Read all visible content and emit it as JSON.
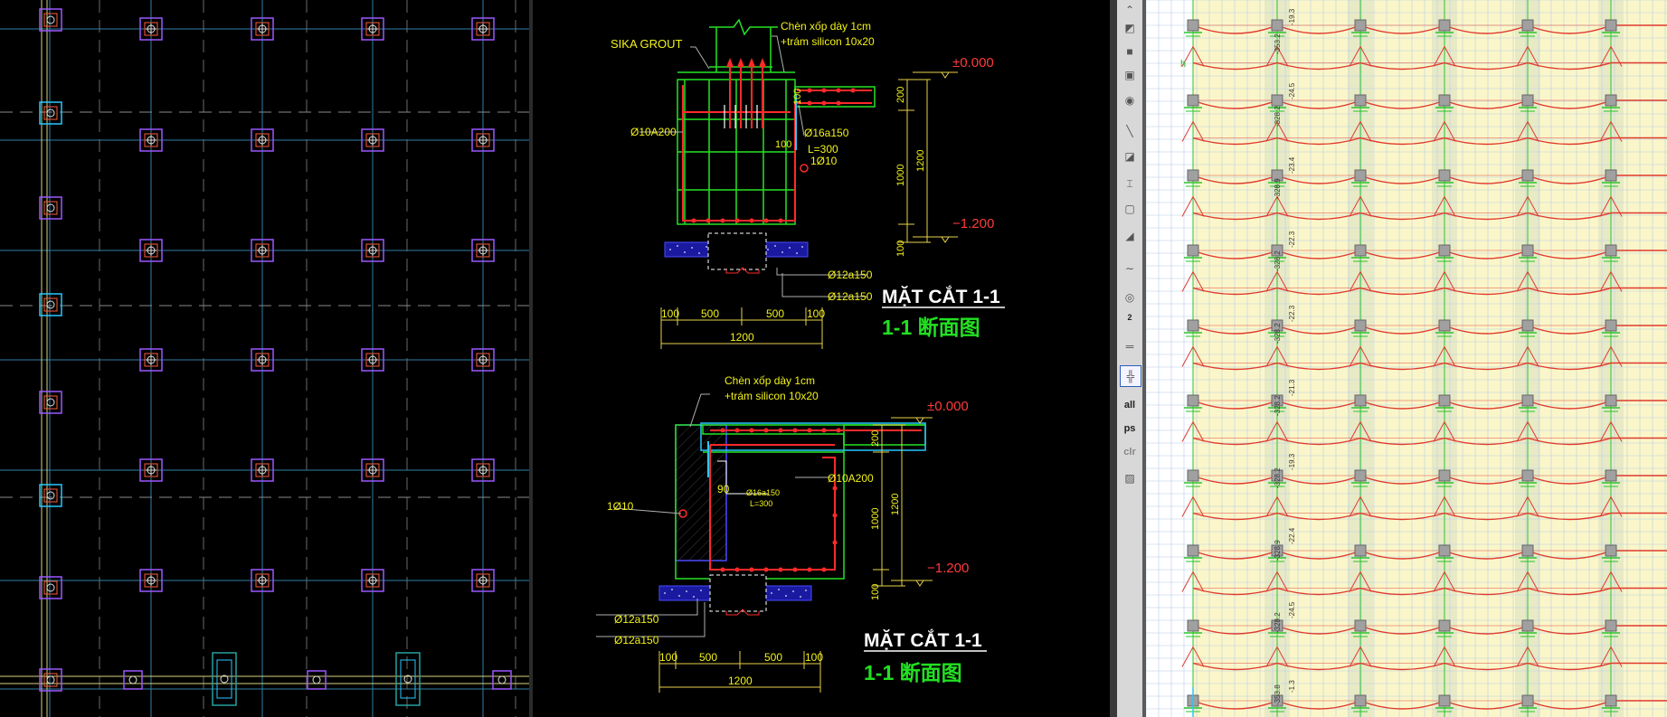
{
  "section_view": {
    "top": {
      "grout_label": "SIKA  GROUT",
      "note_line1": "Chèn xốp dày 1cm",
      "note_line2": "+trám silicon 10x20",
      "bar_stirrup": "Ø10A200",
      "bar_dowel": "Ø16a150",
      "dowel_length": "L=300",
      "bar_single": "1Ø10",
      "bar_bottom_1": "Ø12a150",
      "bar_bottom_2": "Ø12a150",
      "dim_100_small": "100",
      "dim_100_dowel": "100",
      "dim_200": "200",
      "dim_1000": "1000",
      "dim_1200_v": "1200",
      "dim_100_bottom": "100",
      "level_top": "±0.000",
      "level_bottom": "−1.200",
      "dims_h": [
        "100",
        "500",
        "500",
        "100"
      ],
      "dim_total": "1200",
      "title": "MẶT CẮT 1-1",
      "title_cn": "1-1 断面图"
    },
    "bottom": {
      "note_line1": "Chèn xốp dày 1cm",
      "note_line2": "+trám silicon 10x20",
      "bar_stirrup": "Ø10A200",
      "bar_dowel": "Ø16a150",
      "dowel_length": "L=300",
      "bar_single": "1Ø10",
      "angle_dim": "90",
      "bar_bottom_1": "Ø12a150",
      "bar_bottom_2": "Ø12a150",
      "dim_200": "200",
      "dim_1000": "1000",
      "dim_1200_v": "1200",
      "dim_100_bottom": "100",
      "level_top": "±0.000",
      "level_bottom": "−1.200",
      "dims_h": [
        "100",
        "500",
        "500",
        "100"
      ],
      "dim_total": "1200",
      "title": "MẶT CẮT 1-1",
      "title_cn": "1-1 断面图"
    }
  },
  "toolbar": {
    "all_label": "all",
    "ps_label": "ps",
    "clr_label": "clr",
    "spacing_label": "2"
  },
  "model_view": {
    "col_labels": [
      "-19.3",
      "-24.5",
      "-23.4",
      "-22.3",
      "-22.3",
      "-21.3",
      "-19.3",
      "-22.4",
      "-24.5",
      "-1.3"
    ],
    "row_labels": [
      "-353.2",
      "-328.2",
      "-328.9",
      "-328.2",
      "-328.2",
      "-328.2",
      "-328.2",
      "-328.9",
      "-328.2",
      "-353.8"
    ],
    "h_label": "h"
  },
  "colors": {
    "grid": "#2f7fa8",
    "column": "#9b59ff",
    "rebar": "#ff2a2a",
    "concrete": "#26e226",
    "text_yellow": "#f2f21a",
    "text_green": "#22e022",
    "text_red": "#ff3b3b",
    "dim": "#e8d24a",
    "model_bg": "#fbf6c9",
    "model_line": "#e03a2e"
  },
  "plan_view": {},
  "model": {}
}
